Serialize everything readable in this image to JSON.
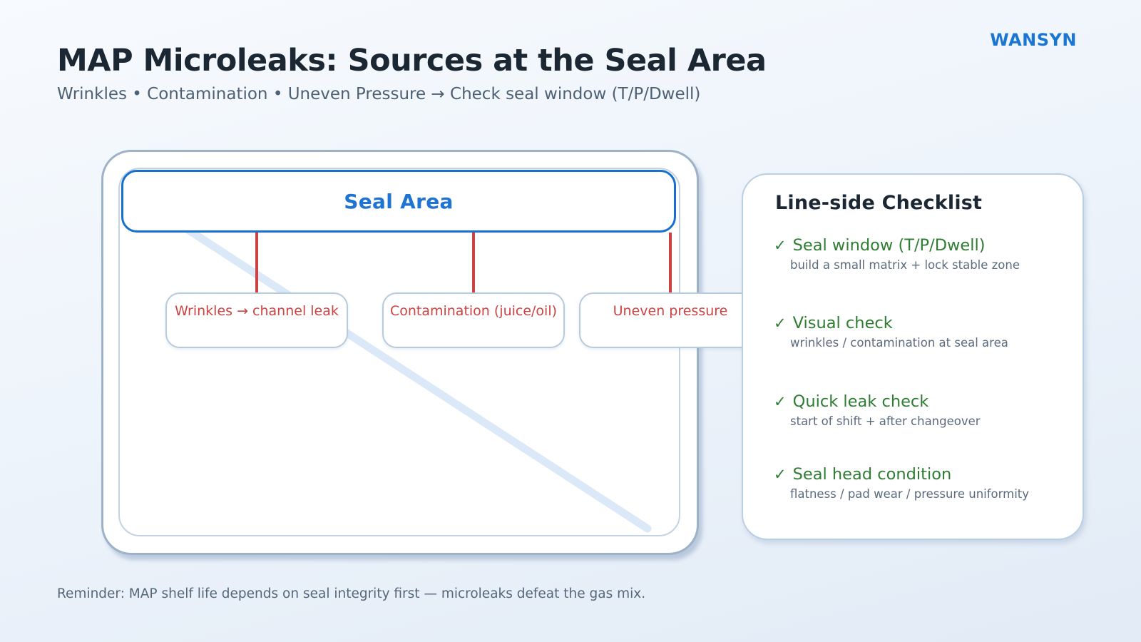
{
  "brand": "WANSYN",
  "header": {
    "title": "MAP Microleaks: Sources at the Seal Area",
    "subtitle": "Wrinkles • Contamination • Uneven Pressure  →  Check seal window (T/P/Dwell)"
  },
  "diagram": {
    "seal_area_label": "Seal Area",
    "causes": [
      {
        "label": "Wrinkles → channel leak"
      },
      {
        "label": "Contamination (juice/oil)"
      },
      {
        "label": "Uneven pressure"
      }
    ]
  },
  "checklist": {
    "title": "Line-side Checklist",
    "check_glyph": "✓",
    "items": [
      {
        "label": "Seal window (T/P/Dwell)",
        "detail": "build a small matrix + lock stable zone"
      },
      {
        "label": "Visual check",
        "detail": "wrinkles / contamination at seal area"
      },
      {
        "label": "Quick leak check",
        "detail": "start of shift + after changeover"
      },
      {
        "label": "Seal head condition",
        "detail": "flatness / pad wear / pressure uniformity"
      }
    ]
  },
  "footer": {
    "reminder": "Reminder: MAP shelf life depends on seal integrity first — microleaks defeat the gas mix."
  },
  "colors": {
    "accent_blue": "#1976d2",
    "seal_border_blue": "#176fce",
    "alert_red": "#cd4343",
    "check_green": "#2e7d32",
    "tray_border": "#9db1c7",
    "panel_border": "#bacfe2",
    "wrinkle_line": "#dbe8f8"
  }
}
